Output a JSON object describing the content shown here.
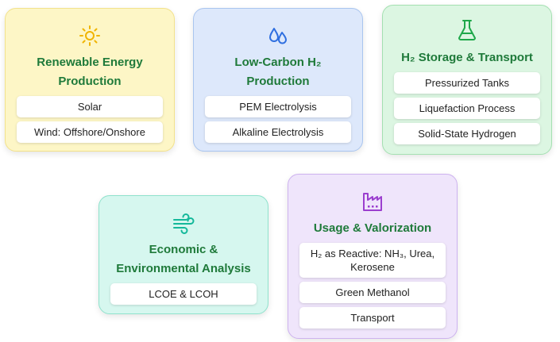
{
  "colors": {
    "title": "#1f7a3a",
    "renewable_bg": "#fdf6c6",
    "lowcarbon_bg": "#dde8fb",
    "storage_bg": "#dcf6e2",
    "economic_bg": "#d6f7ef",
    "usage_bg": "#efe5fb"
  },
  "cards": {
    "renewable": {
      "icon": "sun-icon",
      "title_line1": "Renewable Energy",
      "title_line2": "Production",
      "items": [
        "Solar",
        "Wind: Offshore/Onshore"
      ]
    },
    "lowcarbon": {
      "icon": "water-drops-icon",
      "title_line1": "Low-Carbon H₂",
      "title_line2": "Production",
      "items": [
        "PEM Electrolysis",
        "Alkaline Electrolysis"
      ]
    },
    "storage": {
      "icon": "flask-icon",
      "title": "H₂ Storage & Transport",
      "items": [
        "Pressurized Tanks",
        "Liquefaction Process",
        "Solid-State Hydrogen"
      ]
    },
    "economic": {
      "icon": "wind-icon",
      "title_line1": "Economic &",
      "title_line2": "Environmental Analysis",
      "items": [
        "LCOE & LCOH"
      ]
    },
    "usage": {
      "icon": "factory-icon",
      "title": "Usage & Valorization",
      "items": [
        "H₂ as Reactive: NH₃, Urea, Kerosene",
        "Green Methanol",
        "Transport"
      ]
    }
  }
}
